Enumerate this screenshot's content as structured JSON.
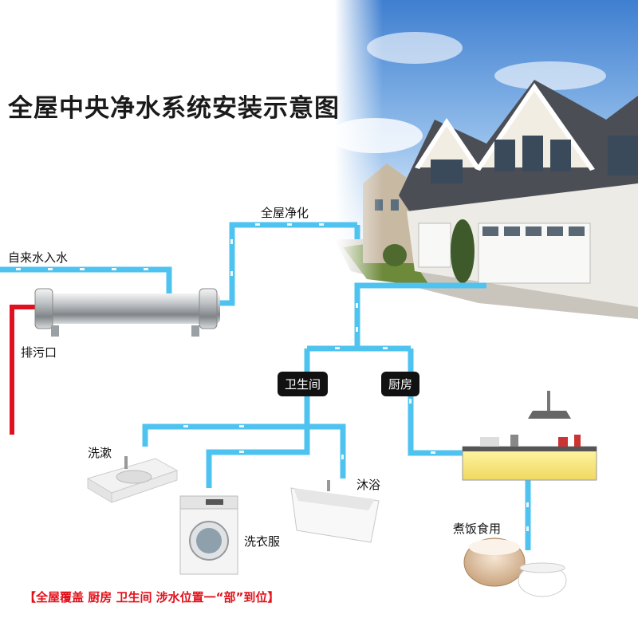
{
  "title": "全屋中央净水系统安装示意图",
  "labels": {
    "tap_water_inlet": "自来水入水",
    "whole_house_purification": "全屋净化",
    "drain_outlet": "排污口",
    "bathroom": "卫生间",
    "kitchen": "厨房",
    "washbasin": "洗漱",
    "laundry": "洗衣服",
    "bathing": "沐浴",
    "cooking": "煮饭食用"
  },
  "footer": "【全屋覆盖 厨房 卫生间 涉水位置一“部”到位】",
  "colors": {
    "pipe": "#4fc3f0",
    "drain_pipe": "#e01020",
    "tag_bg": "#111111",
    "footer_text": "#e3101a"
  }
}
